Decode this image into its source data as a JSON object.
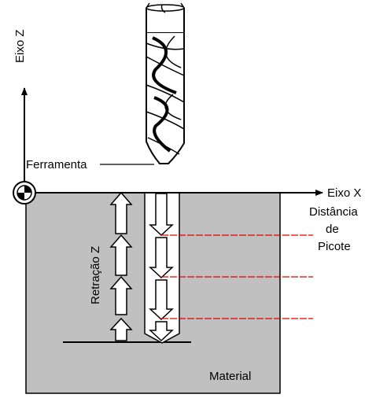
{
  "labels": {
    "axis_z": "Eixo Z",
    "tool": "Ferramenta",
    "axis_x": "Eixo X",
    "peck_line1": "Distância",
    "peck_line2": "de",
    "peck_line3": "Picote",
    "retract": "Retração Z",
    "material": "Material"
  },
  "colors": {
    "peck_line": "#e00000",
    "material_fill": "#c0c0c0",
    "stroke": "#000000"
  }
}
